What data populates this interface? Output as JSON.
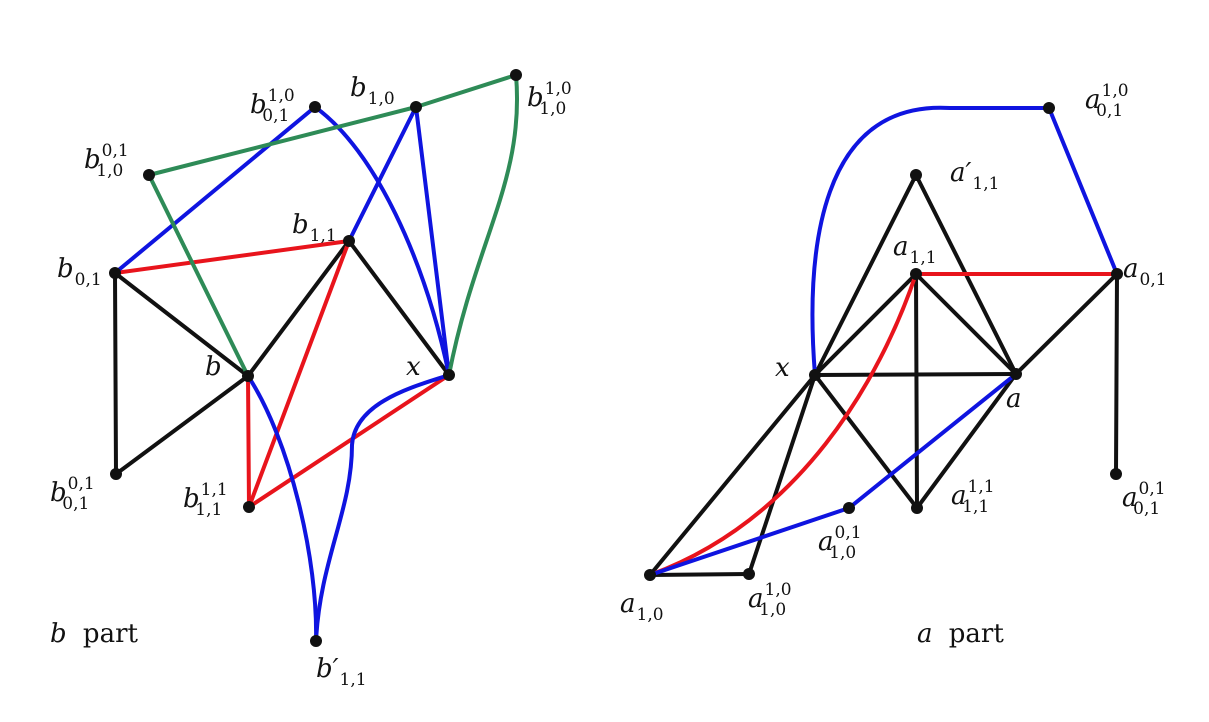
{
  "colors": {
    "black": "#111111",
    "red": "#e8141c",
    "blue": "#0f14e0",
    "green": "#2e8b57"
  },
  "panels": [
    {
      "id": "b",
      "caption": {
        "var": "b",
        "word": "part"
      },
      "nodes": [
        {
          "id": "b01_10",
          "base": "b",
          "sub": "0,1",
          "sup": "1,0"
        },
        {
          "id": "b10",
          "base": "b",
          "sub": "1,0",
          "sup": ""
        },
        {
          "id": "b10_10",
          "base": "b",
          "sub": "1,0",
          "sup": "1,0"
        },
        {
          "id": "b10_01",
          "base": "b",
          "sub": "1,0",
          "sup": "0,1"
        },
        {
          "id": "b11",
          "base": "b",
          "sub": "1,1",
          "sup": ""
        },
        {
          "id": "b01",
          "base": "b",
          "sub": "0,1",
          "sup": ""
        },
        {
          "id": "b",
          "base": "b",
          "sub": "",
          "sup": ""
        },
        {
          "id": "x",
          "base": "x",
          "sub": "",
          "sup": ""
        },
        {
          "id": "b01_01",
          "base": "b",
          "sub": "0,1",
          "sup": "0,1"
        },
        {
          "id": "b11_11",
          "base": "b",
          "sub": "1,1",
          "sup": "1,1"
        },
        {
          "id": "bp11",
          "base": "b′",
          "sub": "1,1",
          "sup": ""
        }
      ],
      "edges": [
        {
          "from": "b01",
          "to": "b01_01",
          "color": "black"
        },
        {
          "from": "b01",
          "to": "b",
          "color": "black"
        },
        {
          "from": "b01_01",
          "to": "b",
          "color": "black"
        },
        {
          "from": "b",
          "to": "b11",
          "color": "black"
        },
        {
          "from": "b11",
          "to": "x",
          "color": "black"
        },
        {
          "from": "b01",
          "to": "b11",
          "color": "red"
        },
        {
          "from": "b11",
          "to": "b11_11",
          "color": "red"
        },
        {
          "from": "b",
          "to": "b11_11",
          "color": "red"
        },
        {
          "from": "b11_11",
          "to": "x",
          "color": "red"
        },
        {
          "from": "b01",
          "to": "b01_10",
          "color": "blue"
        },
        {
          "from": "b01_10",
          "to": "x",
          "color": "blue",
          "curve": true
        },
        {
          "from": "b11",
          "to": "b10",
          "color": "blue"
        },
        {
          "from": "b10",
          "to": "x",
          "color": "blue"
        },
        {
          "from": "b",
          "to": "bp11",
          "color": "blue",
          "curve": true
        },
        {
          "from": "x",
          "to": "bp11",
          "color": "blue",
          "curve": true
        },
        {
          "from": "b10_01",
          "to": "b10",
          "color": "green"
        },
        {
          "from": "b10",
          "to": "b10_10",
          "color": "green"
        },
        {
          "from": "b10_01",
          "to": "b",
          "color": "green"
        },
        {
          "from": "b10_10",
          "to": "x",
          "color": "green",
          "curve": true
        }
      ]
    },
    {
      "id": "a",
      "caption": {
        "var": "a",
        "word": "part"
      },
      "nodes": [
        {
          "id": "a01_10",
          "base": "a",
          "sub": "0,1",
          "sup": "1,0"
        },
        {
          "id": "ap11",
          "base": "a′",
          "sub": "1,1",
          "sup": ""
        },
        {
          "id": "a11",
          "base": "a",
          "sub": "1,1",
          "sup": ""
        },
        {
          "id": "a01",
          "base": "a",
          "sub": "0,1",
          "sup": ""
        },
        {
          "id": "x",
          "base": "x",
          "sub": "",
          "sup": ""
        },
        {
          "id": "a",
          "base": "a",
          "sub": "",
          "sup": ""
        },
        {
          "id": "a11_11",
          "base": "a",
          "sub": "1,1",
          "sup": "1,1"
        },
        {
          "id": "a01_01",
          "base": "a",
          "sub": "0,1",
          "sup": "0,1"
        },
        {
          "id": "a10_01",
          "base": "a",
          "sub": "1,0",
          "sup": "0,1"
        },
        {
          "id": "a10",
          "base": "a",
          "sub": "1,0",
          "sup": ""
        },
        {
          "id": "a10_10",
          "base": "a",
          "sub": "1,0",
          "sup": "1,0"
        }
      ],
      "edges": [
        {
          "from": "x",
          "to": "ap11",
          "color": "black"
        },
        {
          "from": "ap11",
          "to": "a",
          "color": "black"
        },
        {
          "from": "x",
          "to": "a11",
          "color": "black"
        },
        {
          "from": "a11",
          "to": "a",
          "color": "black"
        },
        {
          "from": "a11",
          "to": "a11_11",
          "color": "black"
        },
        {
          "from": "x",
          "to": "a",
          "color": "black"
        },
        {
          "from": "x",
          "to": "a11_11",
          "color": "black"
        },
        {
          "from": "a",
          "to": "a11_11",
          "color": "black"
        },
        {
          "from": "a",
          "to": "a01",
          "color": "black"
        },
        {
          "from": "a01",
          "to": "a01_01",
          "color": "black"
        },
        {
          "from": "x",
          "to": "a10",
          "color": "black"
        },
        {
          "from": "x",
          "to": "a10_10",
          "color": "black"
        },
        {
          "from": "a10",
          "to": "a10_10",
          "color": "black"
        },
        {
          "from": "a11",
          "to": "a01",
          "color": "red"
        },
        {
          "from": "a11",
          "to": "a10",
          "color": "red",
          "curve": true
        },
        {
          "from": "x",
          "to": "a01_10",
          "color": "blue",
          "curve": true
        },
        {
          "from": "a01_10",
          "to": "a01",
          "color": "blue"
        },
        {
          "from": "a10",
          "to": "a10_01",
          "color": "blue"
        },
        {
          "from": "a10_01",
          "to": "a",
          "color": "blue"
        }
      ]
    }
  ]
}
